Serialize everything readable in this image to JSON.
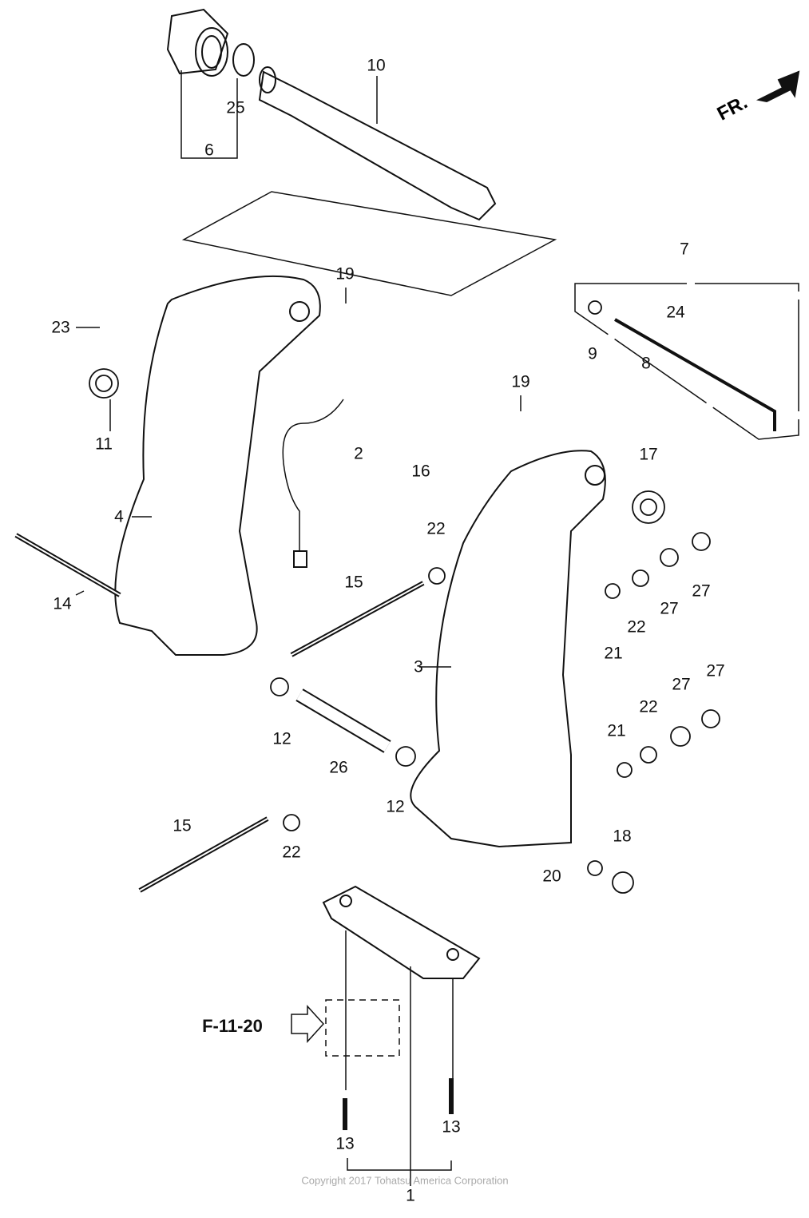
{
  "direction_label": "FR.",
  "reference_label": "F-11-20",
  "copyright": "Copyright 2017 Tohatsu America Corporation",
  "callouts": [
    "10",
    "25",
    "6",
    "7",
    "19",
    "24",
    "23",
    "9",
    "8",
    "19",
    "11",
    "2",
    "17",
    "16",
    "4",
    "22",
    "27",
    "15",
    "14",
    "27",
    "22",
    "21",
    "3",
    "27",
    "27",
    "22",
    "21",
    "12",
    "26",
    "12",
    "15",
    "18",
    "22",
    "20",
    "13",
    "13",
    "1"
  ]
}
